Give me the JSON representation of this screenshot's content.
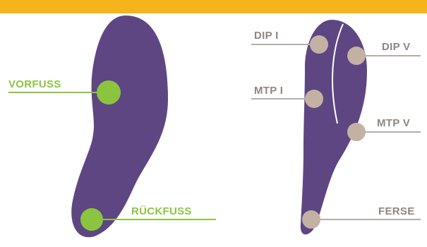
{
  "colors": {
    "top_bar": "#f4b41b",
    "sole": "#5e4683",
    "green": "#8bc53f",
    "taupe": "#c3b2a3",
    "gray_text": "#8d8780",
    "gray_line": "#b5aea6"
  },
  "left_insole": {
    "forefoot_label": "VORFUSS",
    "rearfoot_label": "RÜCKFUSS"
  },
  "right_insole": {
    "dip1_label": "DIP I",
    "dipv_label": "DIP V",
    "mtp1_label": "MTP I",
    "mtpv_label": "MTP V",
    "heel_label": "FERSE"
  }
}
